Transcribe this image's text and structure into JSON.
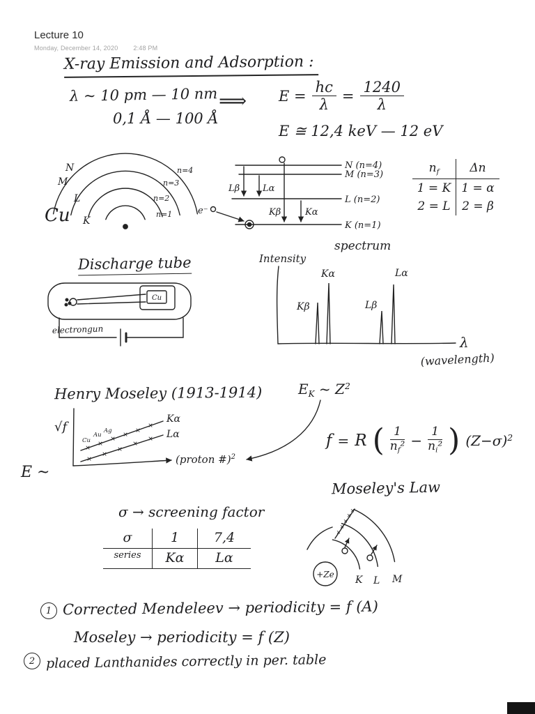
{
  "header": {
    "title": "Lecture 10",
    "date": "Monday, December 14, 2020",
    "time": "2:48 PM"
  },
  "heading": "X-ray  Emission and Adsorption :",
  "intro": {
    "range1": "λ ~ 10 pm — 10 nm",
    "range2": "0,1 Å — 100 Å",
    "implies": "⟹",
    "lhs": "E =",
    "frac1_num": "hc",
    "frac1_den": "λ",
    "eq2": "=",
    "frac2_num": "1240",
    "frac2_den": "λ",
    "energy_range": "E ≅ 12,4 keV — 12 eV"
  },
  "shells": {
    "element": "Cu",
    "labels": [
      "N",
      "M",
      "L",
      "K"
    ],
    "n_labels": [
      "n=4",
      "n=3",
      "n=2",
      "n=1"
    ]
  },
  "levels": {
    "items": [
      "N (n=4)",
      "M (n=3)",
      "L (n=2)",
      "K (n=1)"
    ],
    "transitions": [
      "Lβ",
      "Lα",
      "Kβ",
      "Kα"
    ],
    "electron": "e⁻"
  },
  "nf_table": {
    "h1_base": "n",
    "h1_sub": "f",
    "h2": "Δn",
    "r1c1": "1 = K",
    "r1c2": "1 = α",
    "r2c1": "2 = L",
    "r2c2": "2 = β"
  },
  "discharge": {
    "title": "Discharge tube",
    "target": "Cu",
    "gun": "electrongun"
  },
  "spectrum": {
    "title": "spectrum",
    "ylabel": "Intensity",
    "peaks": [
      "Kβ",
      "Kα",
      "Lβ",
      "Lα"
    ],
    "xlabel": "λ",
    "xlabel_note": "(wavelength)"
  },
  "moseley": {
    "title": "Henry  Moseley  (1913-1914)",
    "relation_base": "E",
    "relation_sub": "K",
    "relation_mid": " ~ Z",
    "relation_sup": "2",
    "ylabel": "√f",
    "xlabel": "(proton #)",
    "xlabel_sup": "2",
    "line1": "Kα",
    "line2": "Lα",
    "elements": [
      "Cu",
      "Au",
      "Ag"
    ],
    "corner": "E ~"
  },
  "law": {
    "f": "f",
    "eq": "=",
    "R": "R",
    "lparen": "(",
    "num1": "1",
    "den1_base": "n",
    "den1_sub": "f",
    "den1_sup": "²",
    "minus": "−",
    "num2": "1",
    "den2_base": "n",
    "den2_sub": "i",
    "den2_sup": "²",
    "rparen": ")",
    "zterm": "(Z−σ)",
    "zsup": "2",
    "name": "Moseley's Law"
  },
  "screening": {
    "label": "σ → screening  factor",
    "c1": "σ",
    "c2": "1",
    "c3": "7,4",
    "r1": "series",
    "r2": "Kα",
    "r3": "Lα"
  },
  "nucleus": {
    "core": "+Ze",
    "shells": [
      "K",
      "L",
      "M"
    ]
  },
  "notes": {
    "n1": "1",
    "line1": "Corrected Mendeleev → periodicity = f (A)",
    "line2": "Moseley → periodicity = f (Z)",
    "n2": "2",
    "line3": "placed  Lanthanides  correctly  in per. table"
  }
}
